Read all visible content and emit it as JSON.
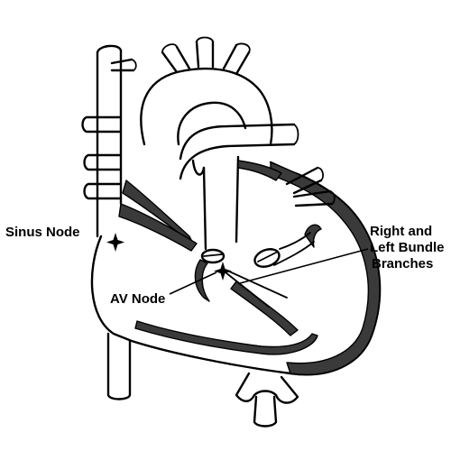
{
  "labels": {
    "sinus_node": "Sinus Node",
    "av_node": "AV Node",
    "bundle_line1": "Right and",
    "bundle_line2": "Left Bundle",
    "bundle_line3": "Branches"
  },
  "colors": {
    "outline": "#000000",
    "wall_fill": "#3a3a3a",
    "background": "#ffffff"
  }
}
